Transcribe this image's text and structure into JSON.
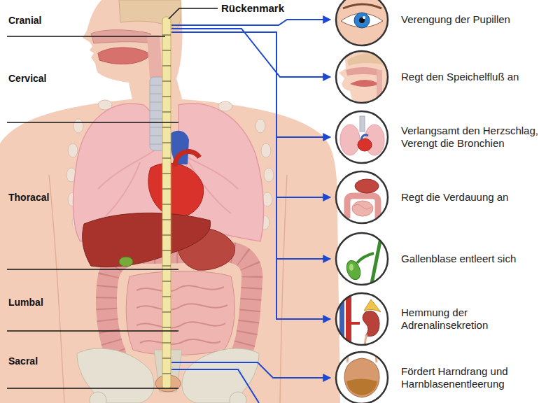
{
  "diagram": {
    "nodes": [
      {
        "text": [
          "Verengung der Pupillen"
        ]
      },
      {
        "text": [
          "Regt den Speichelfluß an"
        ]
      },
      {
        "text": [
          "Verlangsamt den Herzschlag, Verengt die Bronchien"
        ]
      },
      {
        "text": [
          "Regt die Verdauung an"
        ]
      },
      {
        "text": [
          "Gallenblase entleert sich"
        ]
      },
      {
        "text": [
          "Hemmung der Adrenalinsekretion"
        ]
      },
      {
        "text": [
          "Fördert Harndrang und Harnblasenentleerung"
        ]
      }
    ],
    "labels": [
      "Cranial",
      "Rückenmark",
      "Cervical",
      "Thoracal",
      "Lumbal",
      "Sacral"
    ]
  }
}
